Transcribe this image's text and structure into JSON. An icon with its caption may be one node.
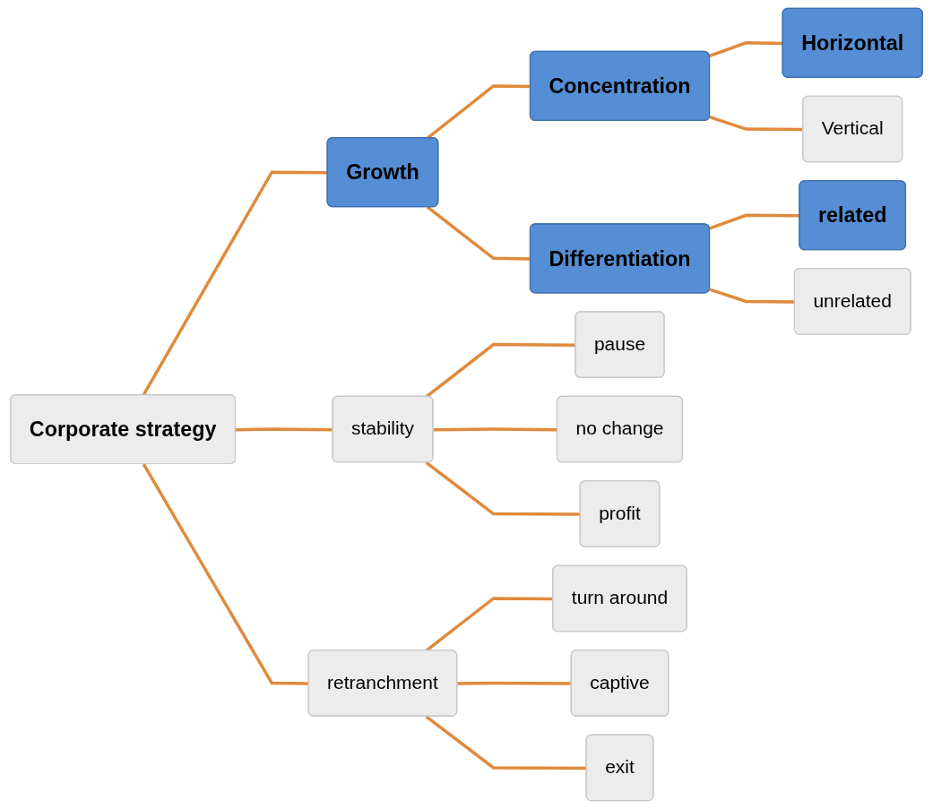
{
  "diagram": {
    "nodes": [
      {
        "text": [
          "Corporate strategy"
        ]
      },
      {
        "text": [
          "Growth"
        ]
      },
      {
        "text": [
          "stability"
        ]
      },
      {
        "text": [
          "retranchment"
        ]
      },
      {
        "text": [
          "Concentration"
        ]
      },
      {
        "text": [
          "Differentiation"
        ]
      },
      {
        "text": [
          "Horizontal"
        ]
      },
      {
        "text": [
          "Vertical"
        ]
      },
      {
        "text": [
          "related"
        ]
      },
      {
        "text": [
          "unrelated"
        ]
      },
      {
        "text": [
          "pause"
        ]
      },
      {
        "text": [
          "no change"
        ]
      },
      {
        "text": [
          "profit"
        ]
      },
      {
        "text": [
          "turn around"
        ]
      },
      {
        "text": [
          "captive"
        ]
      },
      {
        "text": [
          "exit"
        ]
      }
    ],
    "edges": [
      {
        "from": 0,
        "to": 1,
        "arrow": "none"
      },
      {
        "from": 0,
        "to": 2,
        "arrow": "none"
      },
      {
        "from": 0,
        "to": 3,
        "arrow": "none"
      },
      {
        "from": 1,
        "to": 4,
        "arrow": "none"
      },
      {
        "from": 1,
        "to": 5,
        "arrow": "none"
      },
      {
        "from": 4,
        "to": 6,
        "arrow": "none"
      },
      {
        "from": 4,
        "to": 7,
        "arrow": "none"
      },
      {
        "from": 5,
        "to": 8,
        "arrow": "none"
      },
      {
        "from": 5,
        "to": 9,
        "arrow": "none"
      },
      {
        "from": 2,
        "to": 10,
        "arrow": "none"
      },
      {
        "from": 2,
        "to": 11,
        "arrow": "none"
      },
      {
        "from": 2,
        "to": 12,
        "arrow": "none"
      },
      {
        "from": 3,
        "to": 13,
        "arrow": "none"
      },
      {
        "from": 3,
        "to": 14,
        "arrow": "none"
      },
      {
        "from": 3,
        "to": 15,
        "arrow": "none"
      }
    ]
  }
}
